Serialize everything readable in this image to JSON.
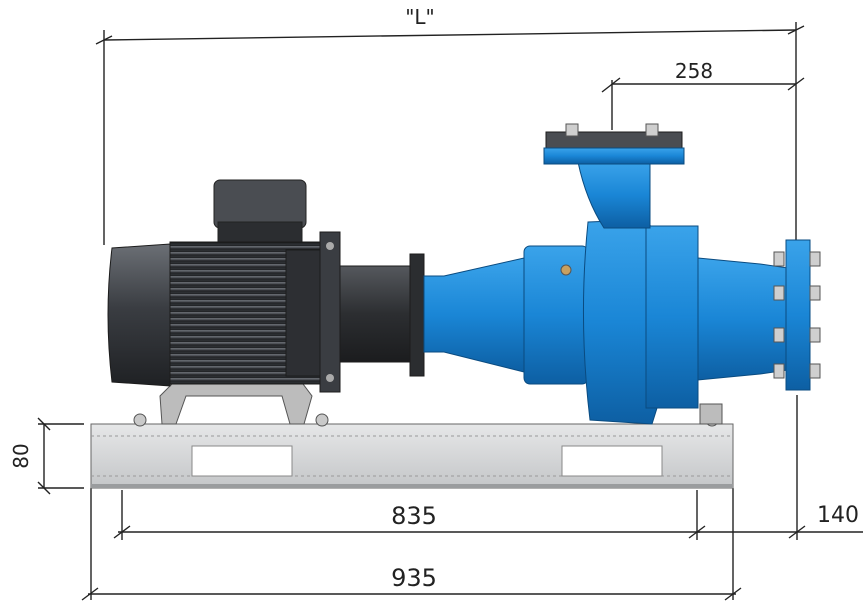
{
  "dimensions": {
    "overall_length": "\"L\"",
    "outlet_offset": "258",
    "base_height": "80",
    "bolt_spacing": "835",
    "base_length": "935",
    "inlet_to_base": "140"
  },
  "colors": {
    "pump_blue": "#1a86d6",
    "pump_blue_dark": "#0d5fa3",
    "motor_dark": "#3a3d42",
    "base_gray": "#d4d6d8",
    "line": "#222222"
  }
}
